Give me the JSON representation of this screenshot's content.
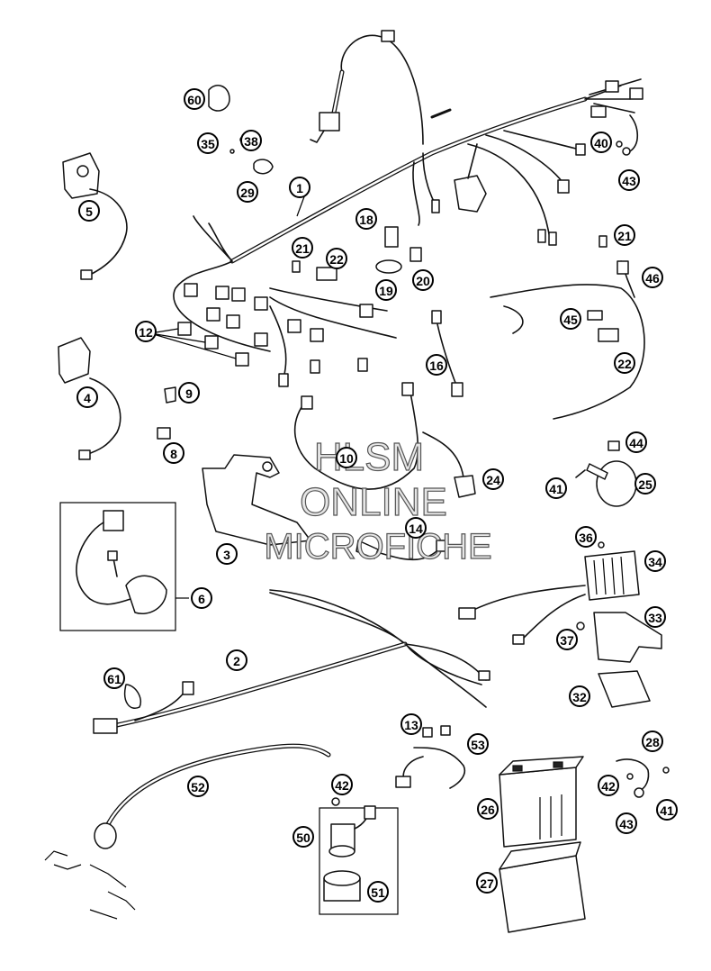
{
  "diagram": {
    "watermark": [
      "HLSM",
      "ONLINE",
      "MICROFICHE"
    ],
    "callouts": [
      {
        "id": "1"
      },
      {
        "id": "2"
      },
      {
        "id": "3"
      },
      {
        "id": "4"
      },
      {
        "id": "5"
      },
      {
        "id": "6"
      },
      {
        "id": "8"
      },
      {
        "id": "9"
      },
      {
        "id": "10"
      },
      {
        "id": "12"
      },
      {
        "id": "13"
      },
      {
        "id": "14"
      },
      {
        "id": "16"
      },
      {
        "id": "18"
      },
      {
        "id": "19"
      },
      {
        "id": "20"
      },
      {
        "id": "21"
      },
      {
        "id": "21b"
      },
      {
        "id": "22"
      },
      {
        "id": "22b"
      },
      {
        "id": "24"
      },
      {
        "id": "25"
      },
      {
        "id": "26"
      },
      {
        "id": "27"
      },
      {
        "id": "28"
      },
      {
        "id": "29"
      },
      {
        "id": "32"
      },
      {
        "id": "33"
      },
      {
        "id": "34"
      },
      {
        "id": "35"
      },
      {
        "id": "36"
      },
      {
        "id": "37"
      },
      {
        "id": "38"
      },
      {
        "id": "40"
      },
      {
        "id": "41"
      },
      {
        "id": "41b"
      },
      {
        "id": "42"
      },
      {
        "id": "42b"
      },
      {
        "id": "43"
      },
      {
        "id": "43b"
      },
      {
        "id": "44"
      },
      {
        "id": "45"
      },
      {
        "id": "46"
      },
      {
        "id": "50"
      },
      {
        "id": "51"
      },
      {
        "id": "52"
      },
      {
        "id": "53"
      },
      {
        "id": "60"
      },
      {
        "id": "61"
      }
    ],
    "labels": {
      "1": "1",
      "2": "2",
      "3": "3",
      "4": "4",
      "5": "5",
      "6": "6",
      "8": "8",
      "9": "9",
      "10": "10",
      "12": "12",
      "13": "13",
      "14": "14",
      "16": "16",
      "18": "18",
      "19": "19",
      "20": "20",
      "21": "21",
      "21b": "21",
      "22": "22",
      "22b": "22",
      "24": "24",
      "25": "25",
      "26": "26",
      "27": "27",
      "28": "28",
      "29": "29",
      "32": "32",
      "33": "33",
      "34": "34",
      "35": "35",
      "36": "36",
      "37": "37",
      "38": "38",
      "40": "40",
      "41": "41",
      "41b": "41",
      "42": "42",
      "42b": "42",
      "43": "43",
      "43b": "43",
      "44": "44",
      "45": "45",
      "46": "46",
      "50": "50",
      "51": "51",
      "52": "52",
      "53": "53",
      "60": "60",
      "61": "61"
    }
  }
}
